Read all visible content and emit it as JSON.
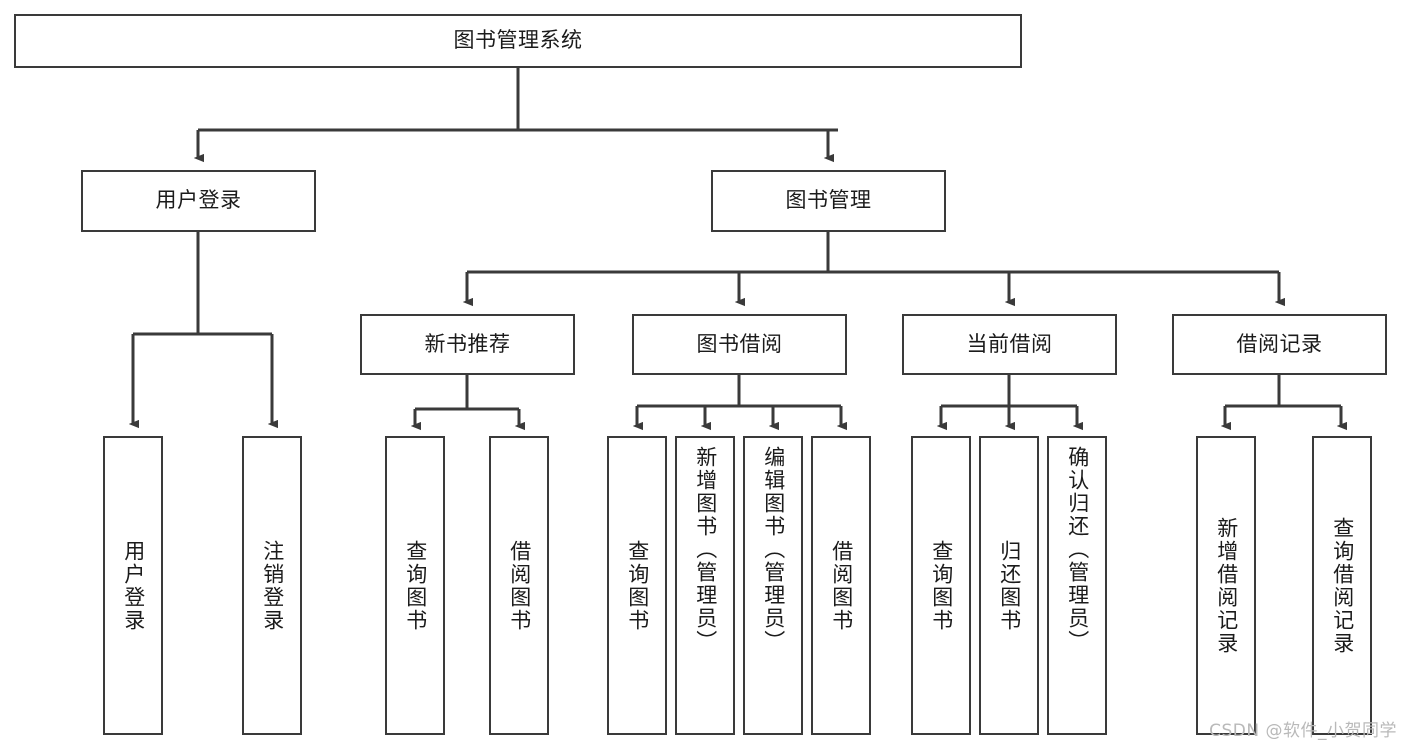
{
  "diagram": {
    "title": "图书管理系统",
    "type": "tree",
    "root": {
      "id": "root",
      "label": "图书管理系统",
      "orientation": "horizontal"
    },
    "level2": [
      {
        "id": "user-login",
        "label": "用户登录",
        "orientation": "horizontal"
      },
      {
        "id": "book-manage",
        "label": "图书管理",
        "orientation": "horizontal"
      }
    ],
    "level3": [
      {
        "id": "new-book-recommend",
        "label": "新书推荐",
        "orientation": "horizontal",
        "parent": "book-manage"
      },
      {
        "id": "book-borrow",
        "label": "图书借阅",
        "orientation": "horizontal",
        "parent": "book-manage"
      },
      {
        "id": "current-borrow",
        "label": "当前借阅",
        "orientation": "horizontal",
        "parent": "book-manage"
      },
      {
        "id": "borrow-record",
        "label": "借阅记录",
        "orientation": "horizontal",
        "parent": "book-manage"
      }
    ],
    "leaves": [
      {
        "id": "leaf-user-login",
        "label": "用户登录",
        "parent": "user-login",
        "orientation": "vertical"
      },
      {
        "id": "leaf-user-logout",
        "label": "注销登录",
        "parent": "user-login",
        "orientation": "vertical"
      },
      {
        "id": "leaf-query-book-1",
        "label": "查询图书",
        "parent": "new-book-recommend",
        "orientation": "vertical"
      },
      {
        "id": "leaf-borrow-book-1",
        "label": "借阅图书",
        "parent": "new-book-recommend",
        "orientation": "vertical"
      },
      {
        "id": "leaf-query-book-2",
        "label": "查询图书",
        "parent": "book-borrow",
        "orientation": "vertical"
      },
      {
        "id": "leaf-add-book",
        "label": "新增图书（管理员）",
        "parent": "book-borrow",
        "orientation": "vertical"
      },
      {
        "id": "leaf-edit-book",
        "label": "编辑图书（管理员）",
        "parent": "book-borrow",
        "orientation": "vertical"
      },
      {
        "id": "leaf-borrow-book-2",
        "label": "借阅图书",
        "parent": "book-borrow",
        "orientation": "vertical"
      },
      {
        "id": "leaf-query-book-3",
        "label": "查询图书",
        "parent": "current-borrow",
        "orientation": "vertical"
      },
      {
        "id": "leaf-return-book",
        "label": "归还图书",
        "parent": "current-borrow",
        "orientation": "vertical"
      },
      {
        "id": "leaf-confirm-return",
        "label": "确认归还（管理员）",
        "parent": "current-borrow",
        "orientation": "vertical"
      },
      {
        "id": "leaf-add-record",
        "label": "新增借阅记录",
        "parent": "borrow-record",
        "orientation": "vertical"
      },
      {
        "id": "leaf-query-record",
        "label": "查询借阅记录",
        "parent": "borrow-record",
        "orientation": "vertical"
      }
    ],
    "colors": {
      "stroke": "#3a3a3a",
      "fill": "#ffffff",
      "text": "#1b1b1b",
      "watermark": "#b9b9b9"
    }
  },
  "watermark": {
    "text": "CSDN @软件_小贺同学"
  }
}
